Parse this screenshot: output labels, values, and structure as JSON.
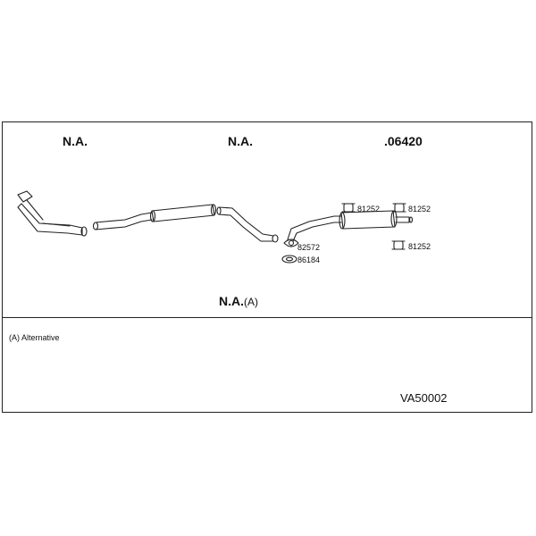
{
  "diagram": {
    "section_labels": {
      "front": "N.A.",
      "middle": "N.A.",
      "rear": ".06420",
      "bottom": "N.A.",
      "bottom_suffix": "(A)"
    },
    "part_numbers": {
      "mount_top_left": "81252",
      "mount_top_right": "81252",
      "mount_bottom_right": "81252",
      "clamp": "82572",
      "gasket": "86184"
    },
    "footnote": "(A) Alternative",
    "diagram_code": "VA50002"
  }
}
